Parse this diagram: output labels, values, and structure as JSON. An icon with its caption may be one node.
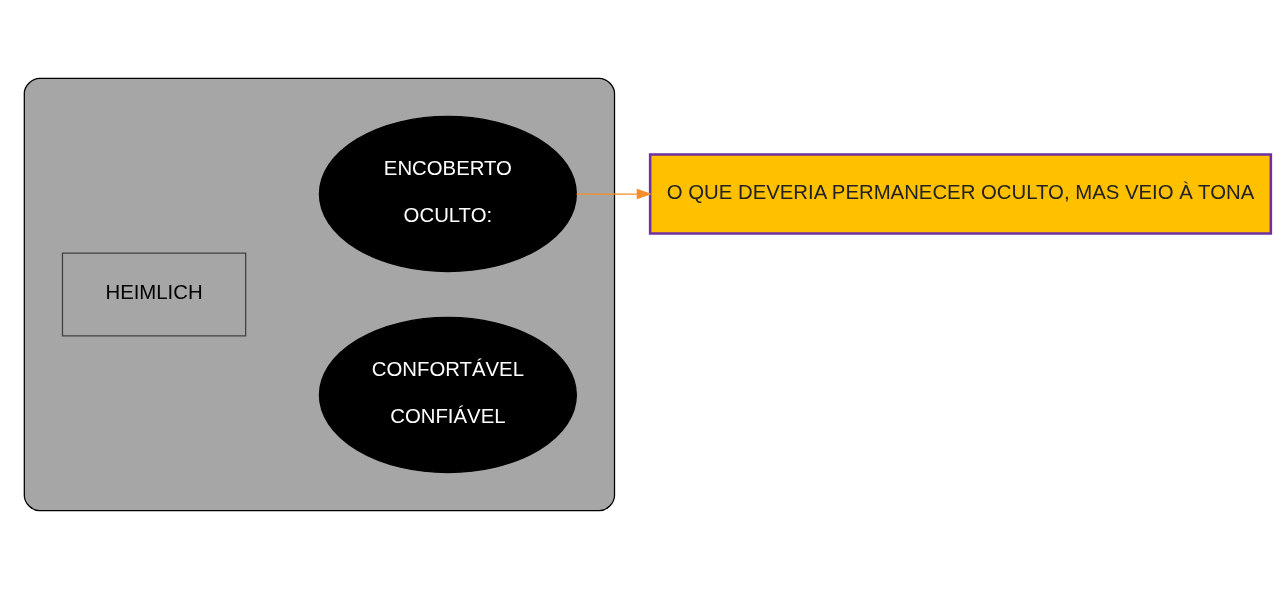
{
  "diagram": {
    "nodes": [
      {
        "text": [],
        "shape": "ellipse"
      },
      {
        "text": [
          "HEIMLICH"
        ],
        "in": 0
      },
      {
        "text": [
          "CONFORTÁVEL",
          "CONFIÁVEL"
        ],
        "in": 0
      },
      {
        "text": [
          "ENCOBERTO",
          "OCULTO:"
        ],
        "in": 0
      },
      {
        "text": [
          "O QUE DEVERIA PERMANECER OCULTO, MAS VEIO À TONA"
        ]
      }
    ],
    "edges": [
      {
        "from": 3,
        "to": 4,
        "arrow": "to",
        "color": "#f28e2b"
      }
    ]
  }
}
